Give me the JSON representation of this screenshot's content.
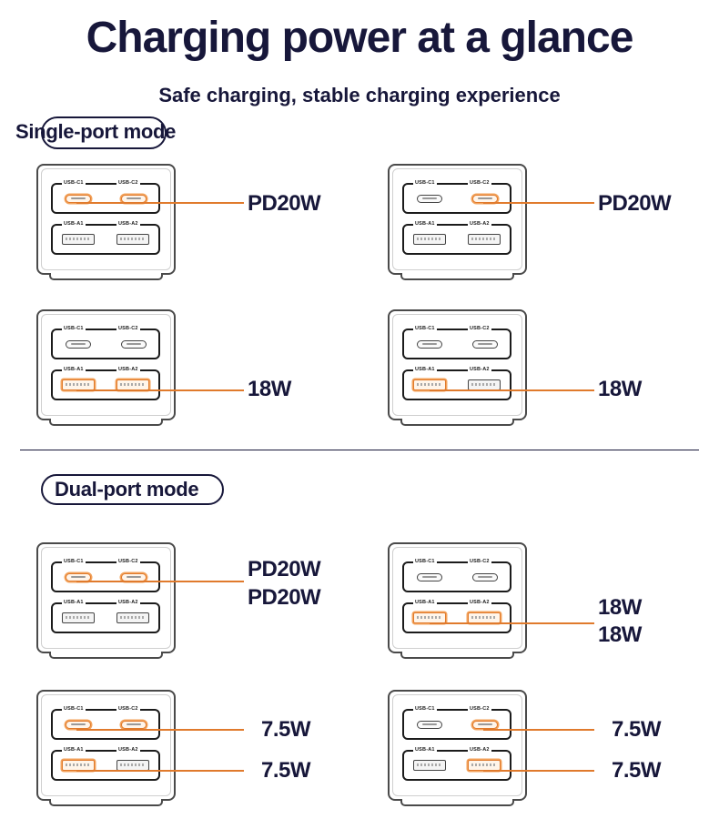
{
  "header": {
    "title": "Charging power at a glance",
    "subtitle": "Safe charging, stable charging experience"
  },
  "modes": {
    "single": "Single-port mode",
    "dual": "Dual-port mode"
  },
  "port_labels": {
    "c1": "USB-C1",
    "c2": "USB-C2",
    "a1": "USB-A1",
    "a2": "USB-A2"
  },
  "outputs": {
    "single_c1": "PD20W",
    "single_c2": "PD20W",
    "single_a1": "18W",
    "single_a2": "18W",
    "dual_cc_1": "PD20W",
    "dual_cc_2": "PD20W",
    "dual_aa_1": "18W",
    "dual_aa_2": "18W",
    "dual_c1a1_c": "7.5W",
    "dual_c1a1_a": "7.5W",
    "dual_c2a2_c": "7.5W",
    "dual_c2a2_a": "7.5W"
  },
  "colors": {
    "highlight": "#e07a2c",
    "text": "#17173a"
  }
}
